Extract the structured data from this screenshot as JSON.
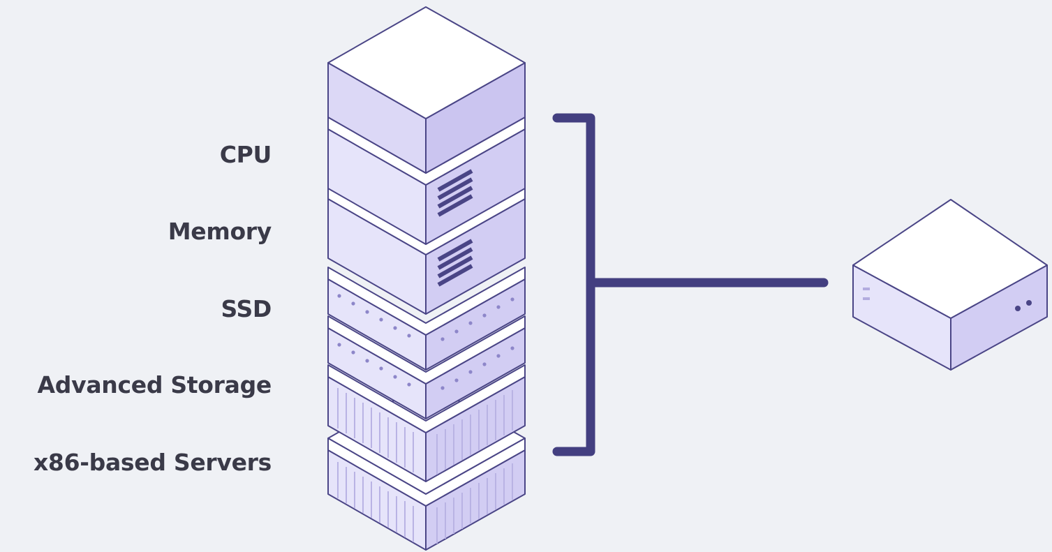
{
  "diagram": {
    "stack_layers": [
      {
        "label": "CPU"
      },
      {
        "label": "Memory"
      },
      {
        "label": "SSD"
      },
      {
        "label": "Advanced Storage"
      },
      {
        "label": "x86-based Servers"
      }
    ]
  },
  "colors": {
    "background": "#eff1f5",
    "layer_top": "#ffffff",
    "layer_face": "#e6e4fa",
    "layer_face_dark": "#d2cdf3",
    "outline": "#4a4586",
    "connector": "#433f80",
    "label_text": "#3a3a48"
  },
  "icons": {
    "stack": "server-stack-icon",
    "device": "edge-device-icon",
    "connector": "bracket-connector-icon"
  }
}
